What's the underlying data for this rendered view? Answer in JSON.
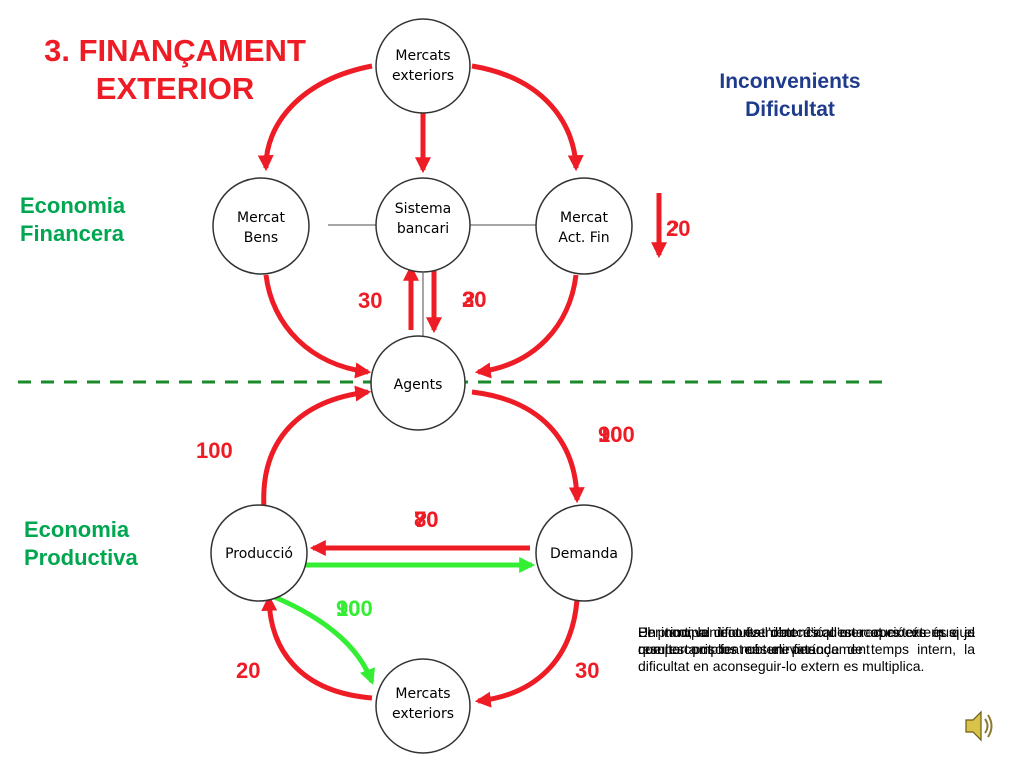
{
  "title": {
    "line1": "3. FINANÇAMENT",
    "line2": "EXTERIOR"
  },
  "labels": {
    "economia_financera": {
      "line1": "Economia",
      "line2": "Financera"
    },
    "economia_productiva": {
      "line1": "Economia",
      "line2": "Productiva"
    },
    "inconvenients": {
      "line1": "Inconvenients",
      "line2": "Dificultat"
    }
  },
  "nodes": {
    "mercats_exteriors_top": [
      "Mercats",
      "exteriors"
    ],
    "mercat_bens": [
      "Mercat",
      "Bens"
    ],
    "sistema_bancari": [
      "Sistema",
      "bancari"
    ],
    "mercat_act_fin": [
      "Mercat",
      "Act. Fin"
    ],
    "agents": [
      "Agents"
    ],
    "produccio": [
      "Producció"
    ],
    "demanda": [
      "Demanda"
    ],
    "mercats_exteriors_bottom": [
      "Mercats",
      "exteriors"
    ]
  },
  "numbers": {
    "right_top": [
      "?",
      "20"
    ],
    "bank_left": "30",
    "bank_right": [
      "?",
      "20",
      "30"
    ],
    "agents_to_demanda": [
      "100",
      "90"
    ],
    "produccio_to_agents": "100",
    "demanda_to_produccio": [
      "?",
      "70",
      "80"
    ],
    "produccio_to_exteriors": [
      "100",
      "90"
    ],
    "bottom_left": "20",
    "bottom_right": "30"
  },
  "notes": [
    "Un inconvenient és l’obtenció d’un recurs extern si ja resulta complicat obtenir finançament",
    "Per tant, la dificultat d’accés al mercat extern és que comporta riscos més elevats",
    "El principal inconvenient d’aquesta opció és que el que es pot fer en un període de temps intern, la dificultat en aconseguir-lo extern es multiplica."
  ],
  "colors": {
    "red": "#ee1c25",
    "green": "#33ee33",
    "blue_text": "#1f3b8c",
    "green_text": "#00a650"
  },
  "icons": {
    "speaker": "speaker-icon"
  }
}
